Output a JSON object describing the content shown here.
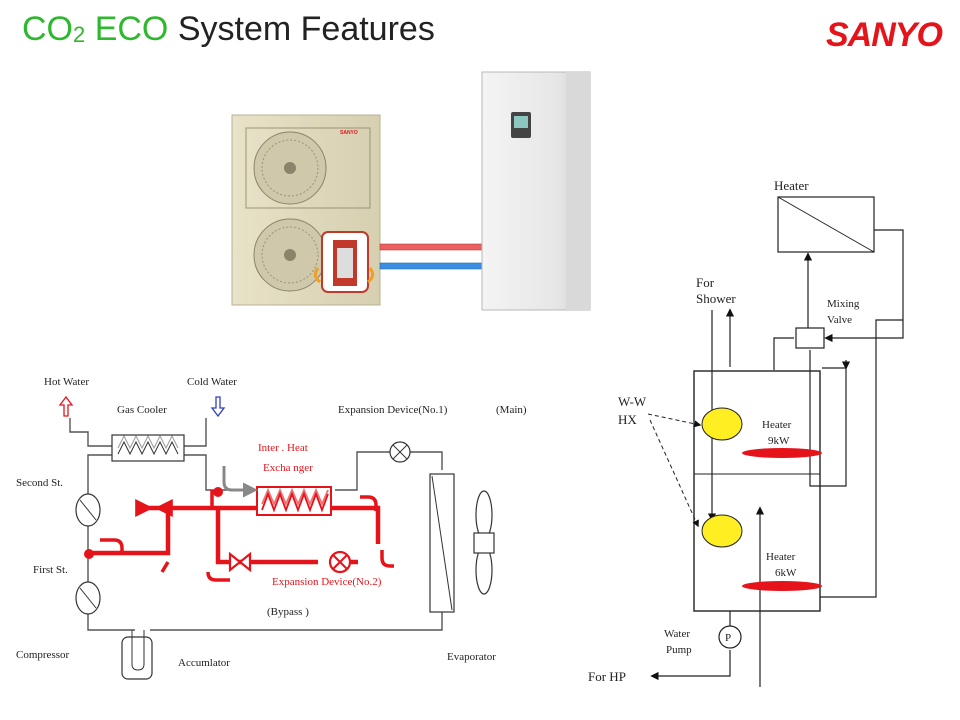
{
  "title": {
    "part1": "CO",
    "sub": "2",
    "part2": "ECO",
    "part3": "System Features"
  },
  "logo": "SANYO",
  "product_photo": {
    "outdoor_brand": "SANYO"
  },
  "refrigerant_cycle": {
    "hot_water": "Hot Water",
    "cold_water": "Cold Water",
    "gas_cooler": "Gas Cooler",
    "expansion_device_1": "Expansion Device(No.1)",
    "main": "(Main)",
    "inter_heat_line1": "Inter . Heat",
    "inter_heat_line2": "Excha nger",
    "second_stage": "Second St.",
    "first_stage": "First St.",
    "expansion_device_2": "Expansion Device(No.2)",
    "bypass": "(Bypass )",
    "compressor": "Compressor",
    "accumulator": "Accumlator",
    "evaporator": "Evaporator"
  },
  "tank_diagram": {
    "heater_top": "Heater",
    "for_shower_line1": "For",
    "for_shower_line2": "Shower",
    "mixing_line1": "Mixing",
    "mixing_line2": "Valve",
    "ww_hx_line1": "W-W",
    "ww_hx_line2": "HX",
    "heater_9kw_line1": "Heater",
    "heater_9kw_line2": "9kW",
    "heater_6kw_line1": "Heater",
    "heater_6kw_line2": "6kW",
    "pump_symbol": "P",
    "water_pump_line1": "Water",
    "water_pump_line2": "Pump",
    "for_hp": "For HP"
  },
  "colors": {
    "title_green": "#2eb82e",
    "logo_red": "#e5141b",
    "refrigerant_red": "#e5141b",
    "hx_yellow": "#ffee22",
    "pipe_hot": "#e86060",
    "pipe_cold": "#3a8de0"
  }
}
